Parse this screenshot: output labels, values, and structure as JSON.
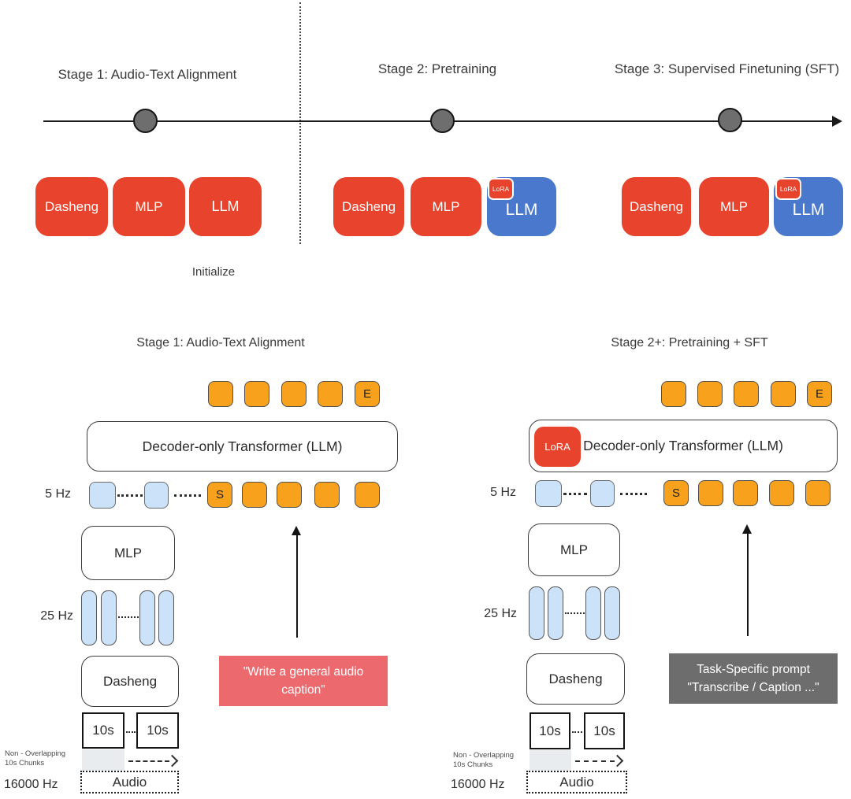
{
  "figure": {
    "colors": {
      "red": "#E8432C",
      "blue": "#4A78CC",
      "orange": "#F7A11C",
      "light_blue": "#CBE2F9",
      "pink_prompt": "#EC6A6E",
      "gray_prompt": "#6D6D6D"
    },
    "timeline": {
      "stage_titles": [
        "Stage 1: Audio-Text Alignment",
        "Stage 2: Pretraining",
        "Stage 3: Supervised Finetuning (SFT)"
      ],
      "initialize_label": "Initialize",
      "stages": [
        {
          "boxes": [
            {
              "label": "Dasheng"
            },
            {
              "label": "MLP"
            },
            {
              "label": "LLM"
            }
          ]
        },
        {
          "boxes": [
            {
              "label": "Dasheng"
            },
            {
              "label": "MLP"
            },
            {
              "label": "LLM",
              "badge": "LoRA"
            }
          ]
        },
        {
          "boxes": [
            {
              "label": "Dasheng"
            },
            {
              "label": "MLP"
            },
            {
              "label": "LLM",
              "badge": "LoRA"
            }
          ]
        }
      ]
    },
    "diagrams": [
      {
        "title": "Stage 1: Audio-Text Alignment",
        "transformer": "Decoder-only Transformer (LLM)",
        "start_token": "S",
        "end_token": "E",
        "rate_top": "5 Hz",
        "rate_mid": "25 Hz",
        "mlp": "MLP",
        "encoder": "Dasheng",
        "chunk1": "10s",
        "chunk2": "10s",
        "note_line1": "Non - Overlapping",
        "note_line2": "10s Chunks",
        "sample_rate": "16000 Hz",
        "audio": "Audio",
        "prompt_line1": "\"Write a general audio",
        "prompt_line2": "caption\""
      },
      {
        "title": "Stage 2+: Pretraining + SFT",
        "transformer": "Decoder-only Transformer (LLM)",
        "lora": "LoRA",
        "start_token": "S",
        "end_token": "E",
        "rate_top": "5 Hz",
        "rate_mid": "25 Hz",
        "mlp": "MLP",
        "encoder": "Dasheng",
        "chunk1": "10s",
        "chunk2": "10s",
        "note_line1": "Non - Overlapping",
        "note_line2": "10s Chunks",
        "sample_rate": "16000 Hz",
        "audio": "Audio",
        "prompt_line1": "Task-Specific prompt",
        "prompt_line2": "\"Transcribe / Caption ...\""
      }
    ]
  }
}
